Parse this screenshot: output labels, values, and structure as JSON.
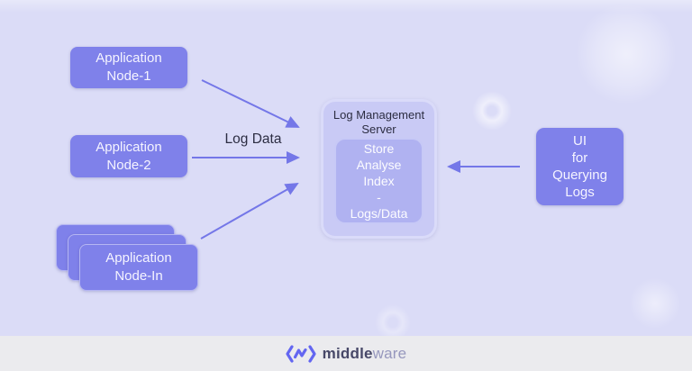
{
  "nodes": {
    "app1": {
      "line1": "Application",
      "line2": "Node-1"
    },
    "app2": {
      "line1": "Application",
      "line2": "Node-2"
    },
    "appN": {
      "line1": "Application",
      "line2": "Node-In"
    }
  },
  "server": {
    "title_line1": "Log Management",
    "title_line2": "Server",
    "inner_lines": [
      "Store",
      "Analyse",
      "Index",
      "-",
      "Logs/Data"
    ]
  },
  "ui_box": {
    "line1": "UI",
    "line2": "for",
    "line3": "Querying",
    "line4": "Logs"
  },
  "edge_label": "Log Data",
  "footer": {
    "brand_bold": "middle",
    "brand_light": "ware"
  },
  "colors": {
    "background": "#dbdcf7",
    "node_fill": "#7f81ea",
    "server_outer_fill": "#c9caf5",
    "server_inner_fill": "#b0b2f1",
    "arrow": "#7477e8",
    "dark_text": "#2c2d42",
    "node_text": "#f5f4ff",
    "brand_purple": "#6366f1",
    "footer_background": "#ebebee"
  }
}
